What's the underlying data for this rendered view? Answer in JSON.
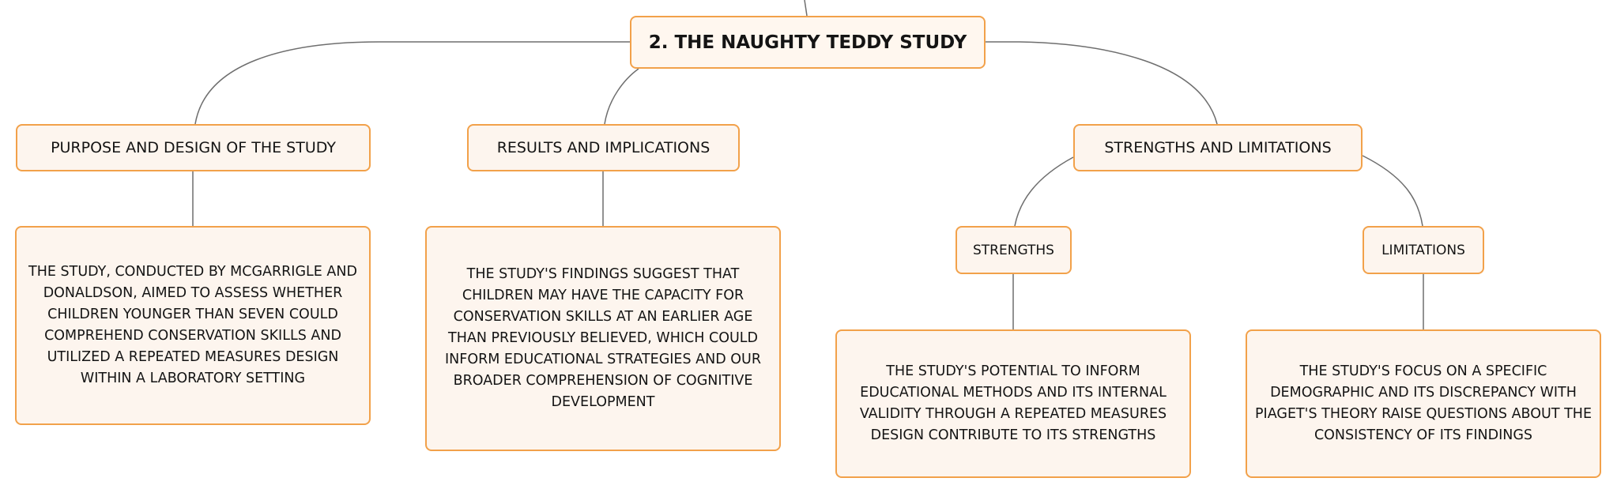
{
  "root": {
    "title": "2. THE NAUGHTY TEDDY STUDY"
  },
  "branches": {
    "purpose": {
      "label": "PURPOSE AND DESIGN OF THE STUDY",
      "detail": "THE STUDY, CONDUCTED BY MCGARRIGLE AND DONALDSON, AIMED TO ASSESS WHETHER CHILDREN YOUNGER THAN SEVEN COULD COMPREHEND CONSERVATION SKILLS AND UTILIZED A REPEATED MEASURES DESIGN WITHIN A LABORATORY SETTING"
    },
    "results": {
      "label": "RESULTS AND IMPLICATIONS",
      "detail": "THE STUDY'S FINDINGS SUGGEST THAT CHILDREN MAY HAVE THE CAPACITY FOR CONSERVATION SKILLS AT AN EARLIER AGE THAN PREVIOUSLY BELIEVED, WHICH COULD INFORM EDUCATIONAL STRATEGIES AND OUR BROADER COMPREHENSION OF COGNITIVE DEVELOPMENT"
    },
    "strengths_limitations": {
      "label": "STRENGTHS AND LIMITATIONS",
      "strengths": {
        "label": "STRENGTHS",
        "detail": "THE STUDY'S POTENTIAL TO INFORM EDUCATIONAL METHODS AND ITS INTERNAL VALIDITY THROUGH A REPEATED MEASURES DESIGN CONTRIBUTE TO ITS STRENGTHS"
      },
      "limitations": {
        "label": "LIMITATIONS",
        "detail": "THE STUDY'S FOCUS ON A SPECIFIC DEMOGRAPHIC AND ITS DISCREPANCY WITH PIAGET'S THEORY RAISE QUESTIONS ABOUT THE CONSISTENCY OF ITS FINDINGS"
      }
    }
  },
  "colors": {
    "node_border": "#f2a14a",
    "node_fill": "#fdf5ee",
    "connector": "#6e6e6e"
  }
}
